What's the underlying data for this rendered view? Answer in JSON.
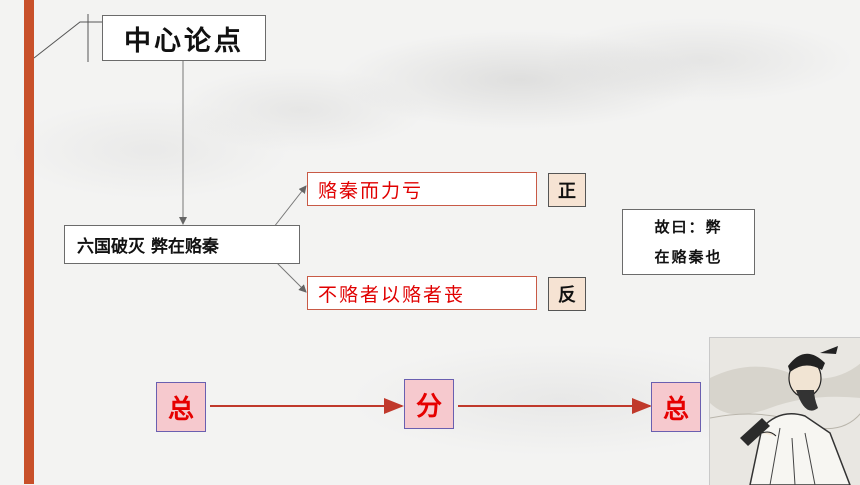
{
  "title": "中心论点",
  "thesis": "六国破灭 弊在赂秦",
  "branch_positive": "赂秦而力亏",
  "branch_negative": "不赂者以赂者丧",
  "tag_positive": "正",
  "tag_negative": "反",
  "conclusion_line1": "故曰：弊",
  "conclusion_line2": "在赂秦也",
  "flow": [
    "总",
    "分",
    "总"
  ],
  "colors": {
    "accent_bar": "#c8502a",
    "red_text": "#e00000",
    "flow_bg": "#f6c9ce",
    "tag_bg": "#f6e3d3"
  },
  "image": "scholar-portrait"
}
